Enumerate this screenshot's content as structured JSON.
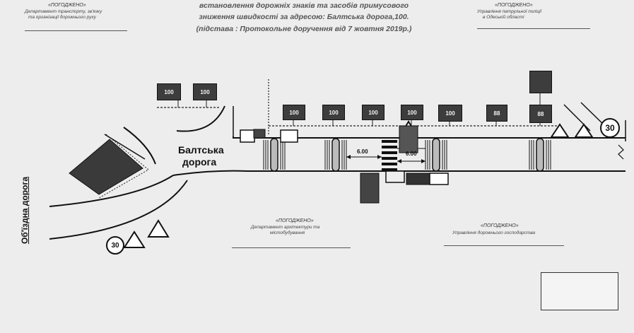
{
  "header": {
    "approve_left": {
      "label": "«ПОГОДЖЕНО»",
      "org_line1": "Департамент транспорту, зв'язку",
      "org_line2": "та організації дорожнього руху"
    },
    "approve_right": {
      "label": "«ПОГОДЖЕНО»",
      "org_line1": "Управління патрульної поліції",
      "org_line2": "в Одеській області"
    },
    "title_line1": "встановлення дорожніх знаків та засобів примусового",
    "title_line2": "зниження швидкості за адресою: Балтська дорога,100.",
    "title_line3": "(підстава : Протокольне доручення від 7 жовтня 2019р.)"
  },
  "map": {
    "street_line1": "Балтська",
    "street_line2": "дорога",
    "bypass_road": "Об'їздна дорога",
    "dim_left": "6.00",
    "dim_right": "6.00",
    "speed_right": "30",
    "speed_left": "30",
    "top_signs": [
      "100",
      "100",
      "100",
      "100",
      "100",
      "88",
      "88"
    ],
    "left_signs": [
      "100",
      "100"
    ]
  },
  "footer": {
    "approve_architecture": {
      "label": "«ПОГОДЖЕНО»",
      "org_line1": "Департамент архітектури та",
      "org_line2": "містобудування"
    },
    "approve_roads": {
      "label": "«ПОГОДЖЕНО»",
      "org_line1": "Управління дорожнього господарства"
    }
  }
}
